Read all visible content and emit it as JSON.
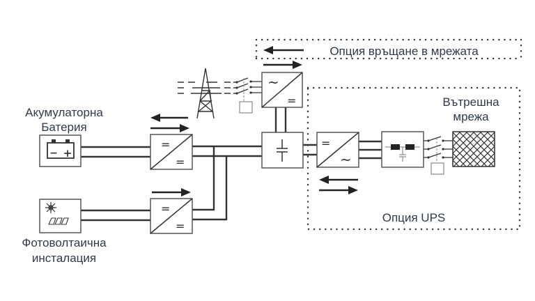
{
  "diagram": {
    "labels": {
      "battery_line1": "Акумулаторна",
      "battery_line2": "Батерия",
      "pv_line1": "Фотоволтаична",
      "pv_line2": "инсталация",
      "grid_return_option": "Опция връщане в мрежата",
      "internal_grid_line1": "Вътрешна",
      "internal_grid_line2": "мрежа",
      "ups_option": "Опция UPS"
    },
    "symbols": {
      "dc": "=",
      "ac": "~",
      "battery_minus": "−",
      "battery_plus": "+"
    },
    "components": [
      "battery",
      "pv-panel",
      "battery-dc-dc-converter",
      "pv-dc-dc-converter",
      "power-pylon",
      "grid-inverter",
      "dc-link-capacitor",
      "ups-inverter",
      "lc-filter",
      "internal-grid-load"
    ],
    "colors": {
      "line": "#333333",
      "text": "#2e3a4a",
      "box_border": "#555555"
    }
  }
}
